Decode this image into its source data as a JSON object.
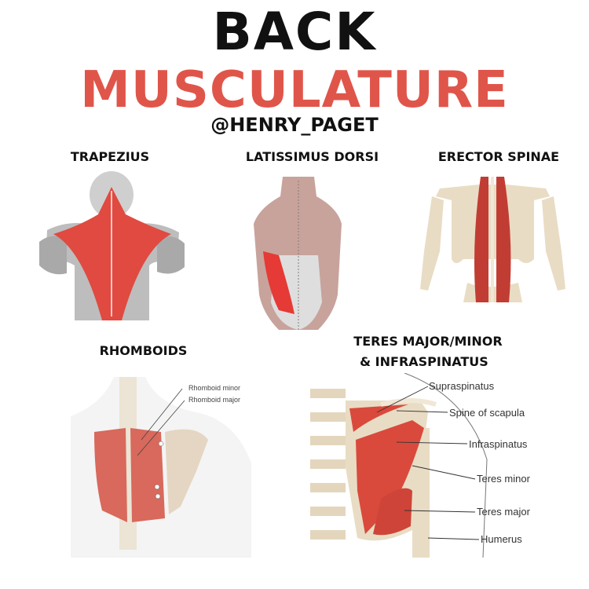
{
  "header": {
    "title_line1": "BACK",
    "title_line2": "MUSCULATURE",
    "handle": "@HENRY_PAGET"
  },
  "colors": {
    "accent": "#e0554a",
    "text": "#111111",
    "muscle": "#d9443a",
    "bone": "#e9dcc4"
  },
  "muscles": [
    {
      "label": "TRAPEZIUS",
      "icon": "trapezius-illustration"
    },
    {
      "label": "LATISSIMUS DORSI",
      "icon": "latissimus-dorsi-illustration"
    },
    {
      "label": "ERECTOR SPINAE",
      "icon": "erector-spinae-illustration"
    },
    {
      "label": "RHOMBOIDS",
      "icon": "rhomboids-illustration",
      "annotations": [
        "Rhomboid minor",
        "Rhomboid major"
      ]
    },
    {
      "label_line1": "TERES MAJOR/MINOR",
      "label_line2": "& INFRASPINATUS",
      "icon": "rotator-cuff-illustration",
      "annotations": [
        "Supraspinatus",
        "Spine of scapula",
        "Infraspinatus",
        "Teres minor",
        "Teres major",
        "Humerus"
      ]
    }
  ]
}
